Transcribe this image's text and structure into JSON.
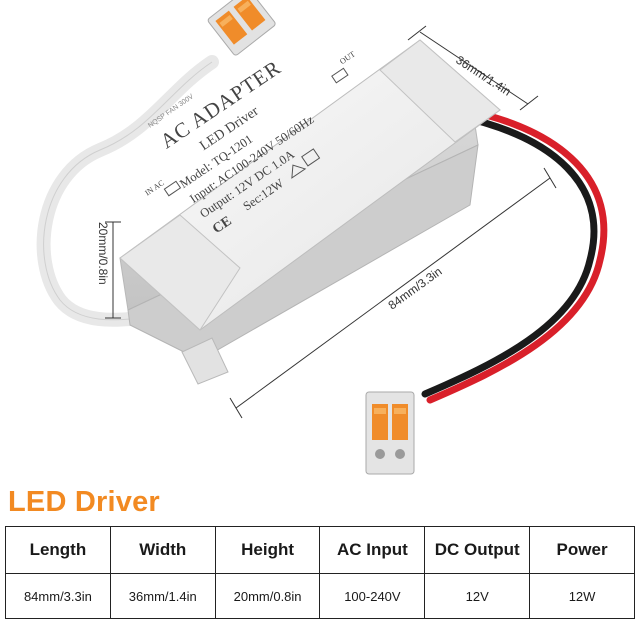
{
  "product": {
    "label_title": "AC ADAPTER",
    "label_subtitle": "LED Driver",
    "label_model": "Model: TQ-1201",
    "label_input": "Input: AC100-240V 50/60Hz",
    "label_output": "Output: 12V  DC 1.0A",
    "label_sec": "Sec:12W",
    "label_in": "IN AC",
    "label_out": "OUT",
    "ce_mark": "CE",
    "cable_text": "NQSP FAN 300V",
    "dim_width": "36mm/1.4in",
    "dim_height": "20mm/0.8in",
    "dim_length": "84mm/3.3in"
  },
  "section_title": "LED Driver",
  "table": {
    "headers": [
      "Length",
      "Width",
      "Height",
      "AC Input",
      "DC Output",
      "Power"
    ],
    "rows": [
      [
        "84mm/3.3in",
        "36mm/1.4in",
        "20mm/0.8in",
        "100-240V",
        "12V",
        "12W"
      ]
    ]
  },
  "colors": {
    "accent": "#f28a22",
    "connector_orange": "#f08c2a",
    "wire_red": "#d9202a",
    "wire_black": "#1a1a1a"
  }
}
